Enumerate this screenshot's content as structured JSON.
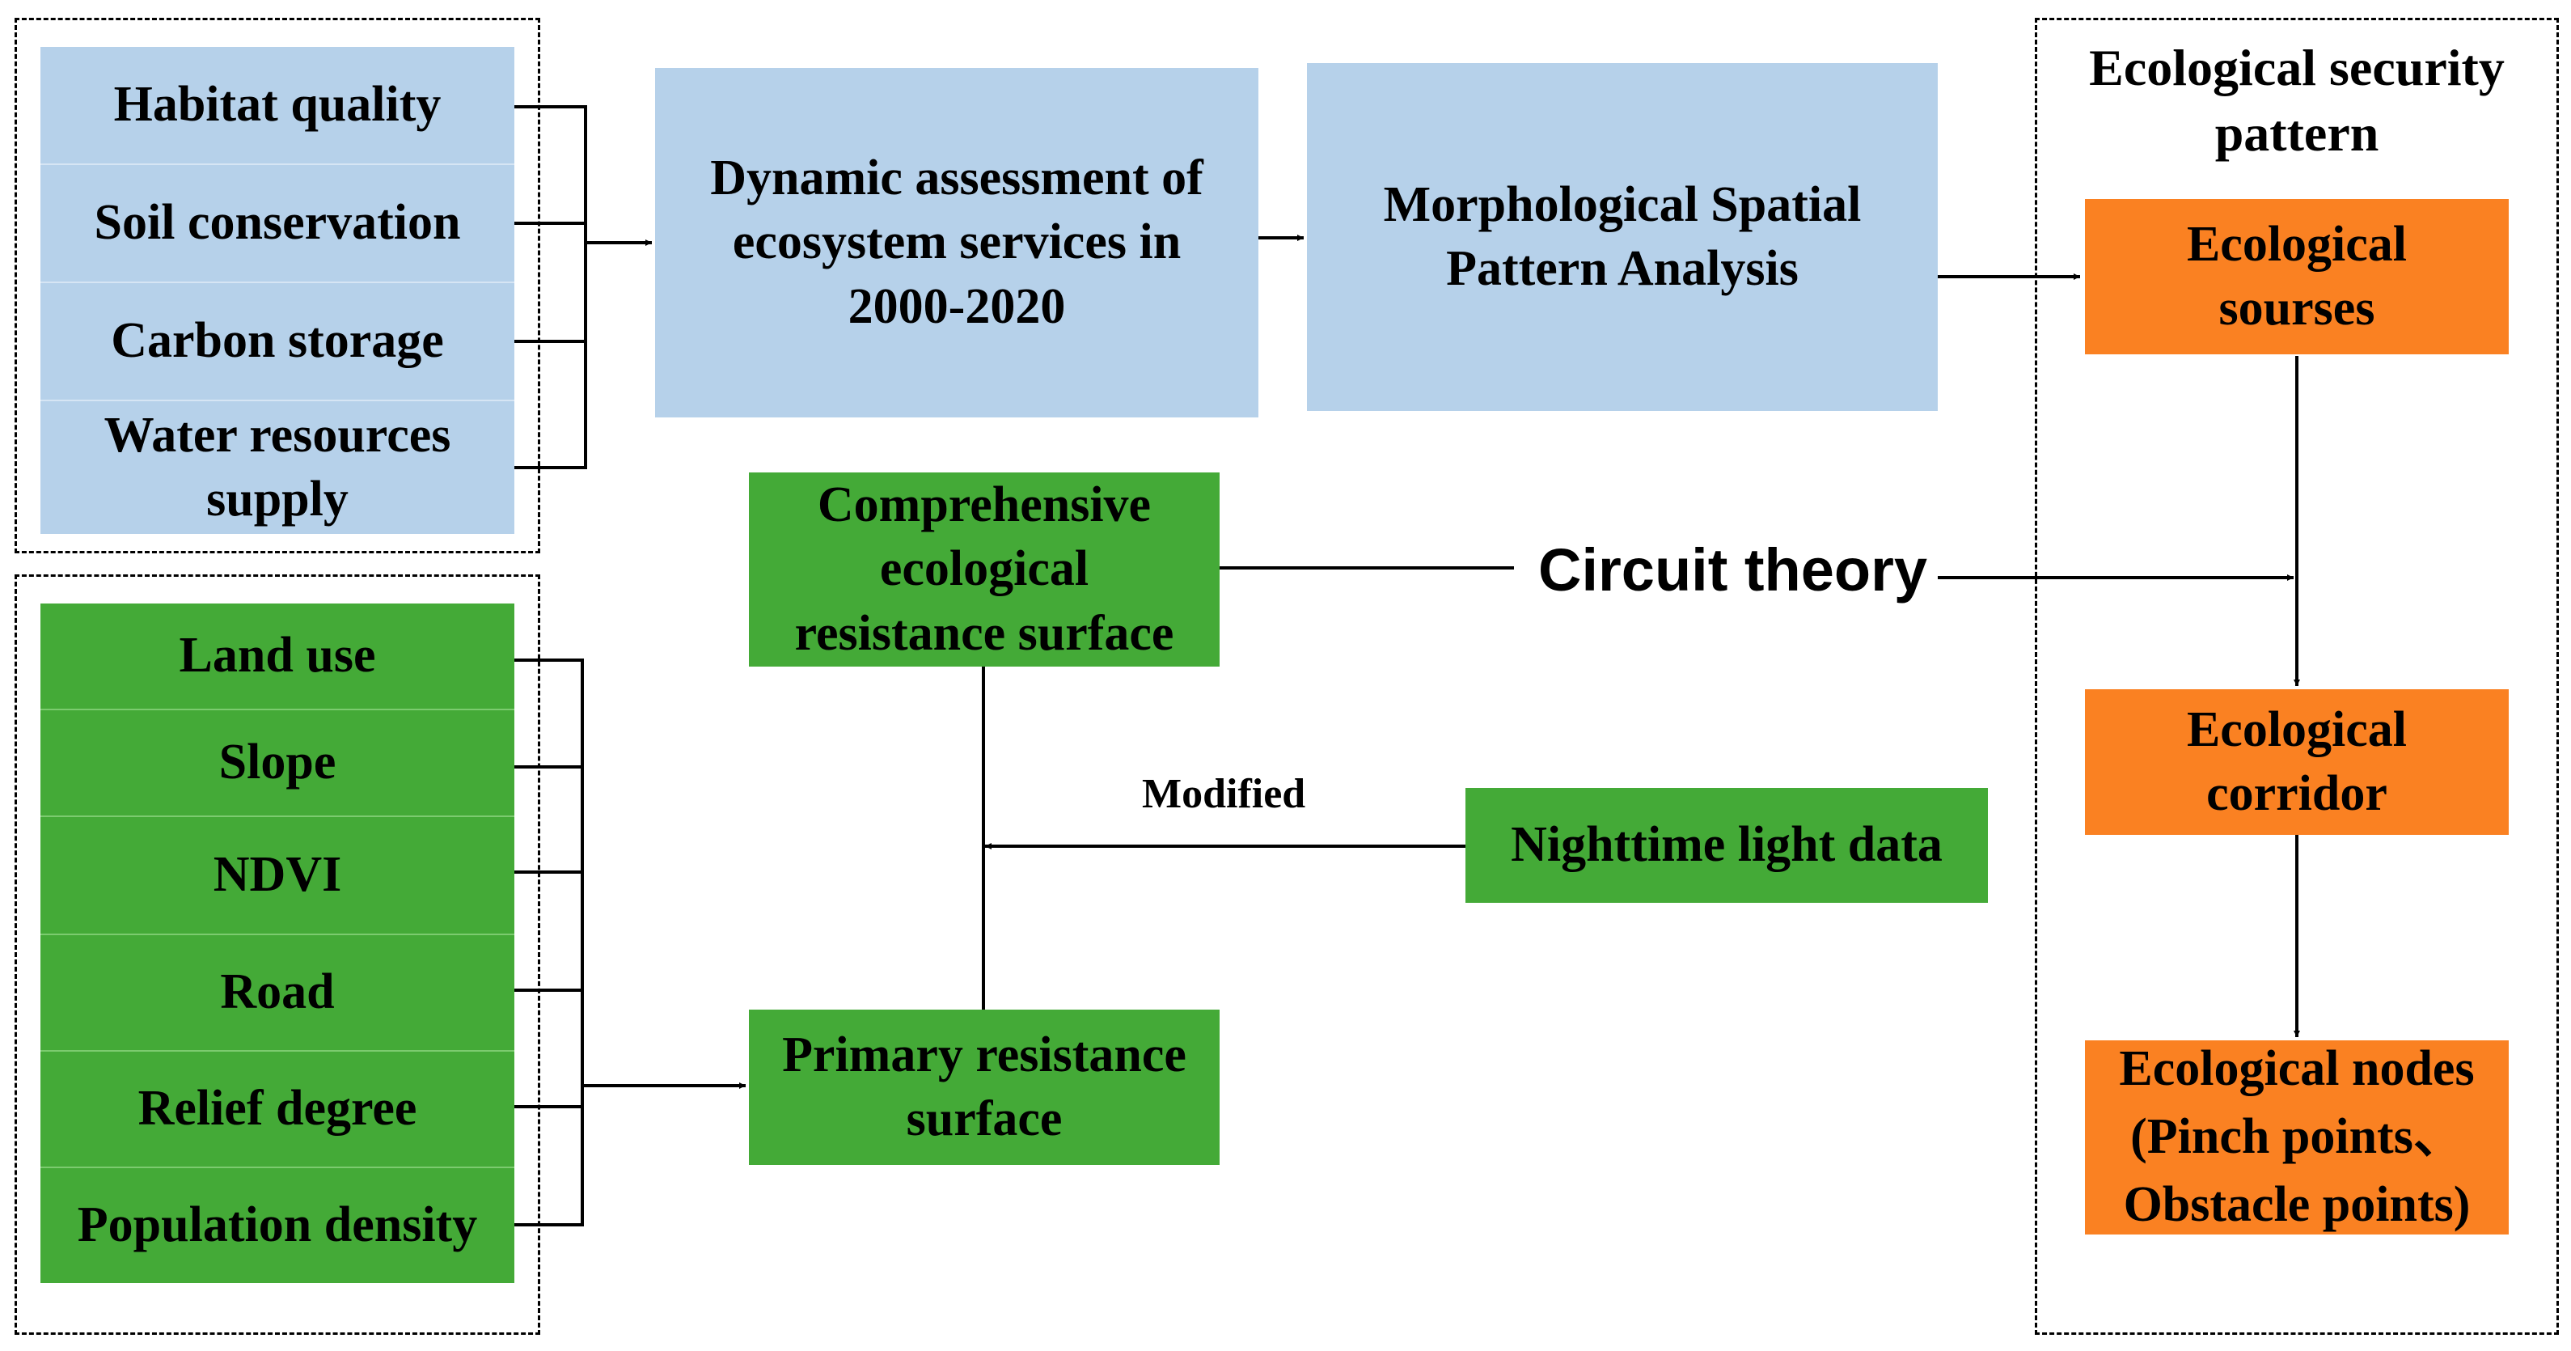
{
  "ecosystem_services": {
    "items": [
      "Habitat quality",
      "Soil conservation",
      "Carbon storage",
      "Water resources supply"
    ]
  },
  "resistance_factors": {
    "items": [
      "Land use",
      "Slope",
      "NDVI",
      "Road",
      "Relief degree",
      "Population density"
    ]
  },
  "dynamic_assessment": {
    "label": "Dynamic assessment of ecosystem services  in 2000-2020"
  },
  "mspa": {
    "label": "Morphological Spatial Pattern Analysis"
  },
  "comprehensive_surface": {
    "label": "Comprehensive ecological resistance surface"
  },
  "primary_surface": {
    "label": "Primary resistance surface"
  },
  "nighttime_light": {
    "label": "Nighttime light data"
  },
  "modified_label": "Modified",
  "circuit_theory_label": "Circuit theory",
  "security_pattern": {
    "title": "Ecological security pattern",
    "sources": "Ecological sourses",
    "corridor": "Ecological corridor",
    "nodes": "Ecological nodes (Pinch points、Obstacle points)"
  },
  "colors": {
    "blue": "#b6d1ea",
    "green": "#44aa37",
    "orange": "#fa8122",
    "line": "#000000"
  }
}
